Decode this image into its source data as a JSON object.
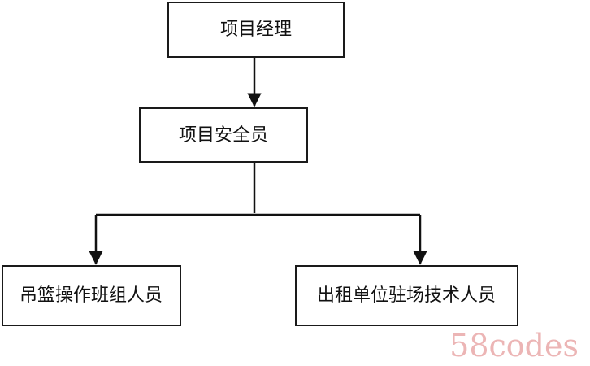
{
  "nodes": {
    "project_manager": "项目经理",
    "safety_officer": "项目安全员",
    "operation_team": "吊篮操作班组人员",
    "rental_tech": "出租单位驻场技术人员"
  },
  "watermark": "58codes",
  "colors": {
    "box_stroke": "#1a1a1a",
    "connector": "#111111",
    "watermark": "#e9a9a9"
  }
}
